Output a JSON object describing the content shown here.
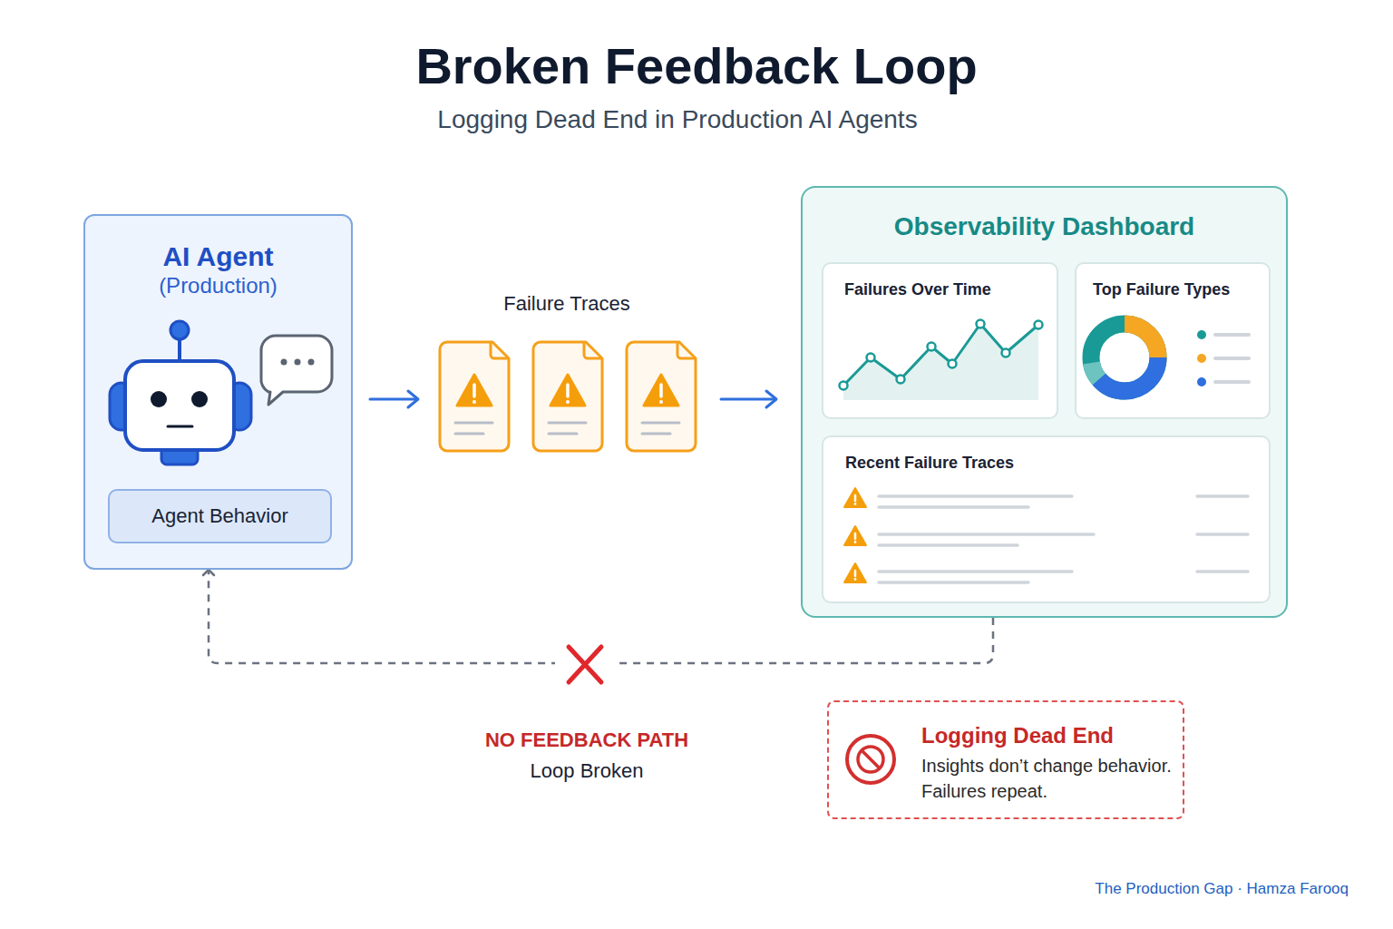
{
  "diagram": {
    "title": "Broken Feedback Loop",
    "caption": "Logging Dead End in Production AI Agents",
    "nodes": [
      {
        "text": [
          "AI Agent",
          "(Production)"
        ]
      },
      {
        "text": [
          "Agent Behavior"
        ],
        "in": 0
      },
      {
        "text": [
          "Observability Dashboard"
        ]
      },
      {
        "text": [
          "Failures Over Time"
        ],
        "in": 2
      },
      {
        "text": [
          "Top Failure Types"
        ],
        "in": 2
      },
      {
        "text": [
          "Recent Failure Traces"
        ],
        "in": 2
      },
      {
        "text": [
          "Logging Dead End",
          "Insights don’t change behavior. Failures repeat."
        ]
      }
    ],
    "edges": [
      {
        "from": 2,
        "to": 0,
        "arrow": "to"
      }
    ],
    "labels": [
      "Failure Traces",
      "NO FEEDBACK PATH",
      "Loop Broken",
      "The Production Gap · Hamza Farooq"
    ]
  }
}
